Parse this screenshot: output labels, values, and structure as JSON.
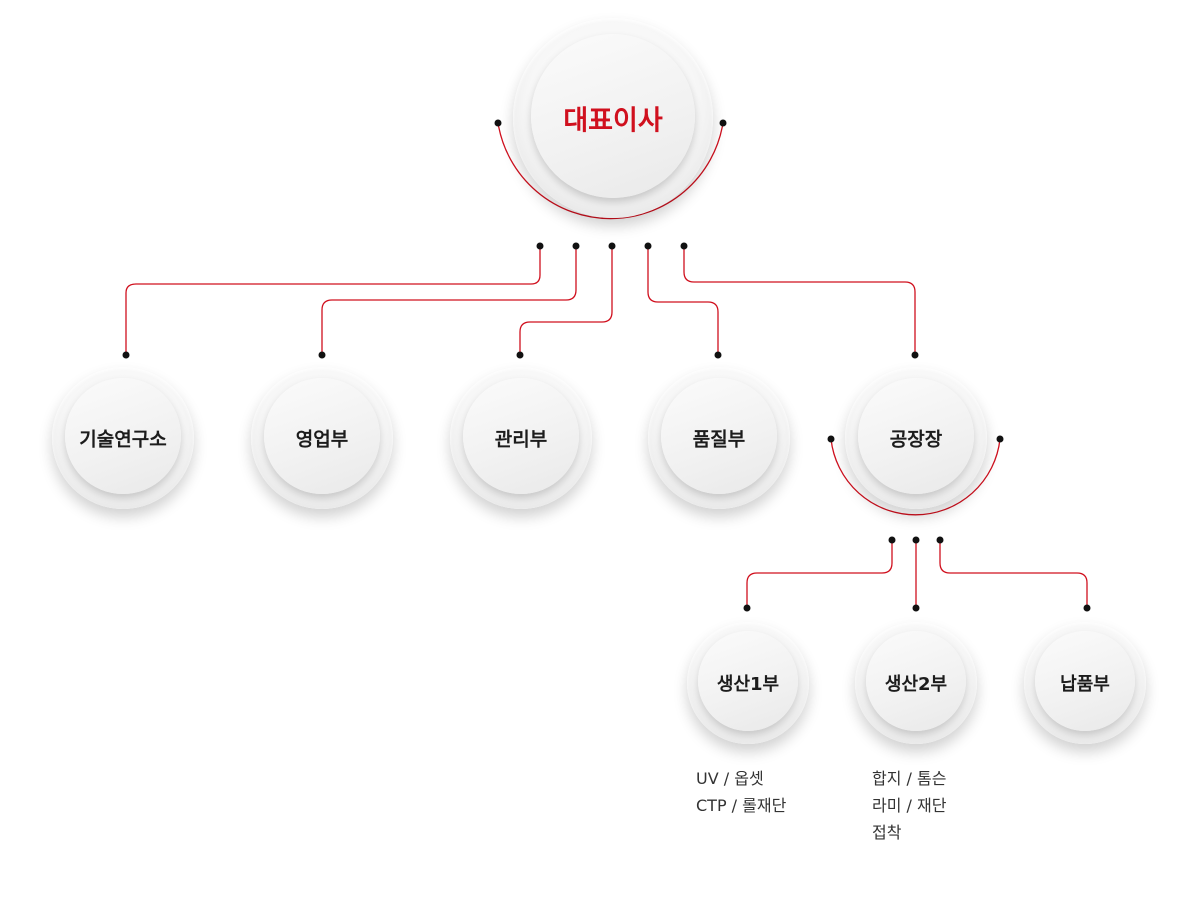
{
  "colors": {
    "line": "#d0101e",
    "dot": "#111111",
    "ceo_text": "#d0101e"
  },
  "ceo": {
    "label": "대표이사"
  },
  "departments": [
    {
      "label": "기술연구소"
    },
    {
      "label": "영업부"
    },
    {
      "label": "관리부"
    },
    {
      "label": "품질부"
    },
    {
      "label": "공장장"
    }
  ],
  "factory_units": [
    {
      "label": "생산1부",
      "details": [
        "UV / 옵셋",
        "CTP / 롤재단"
      ]
    },
    {
      "label": "생산2부",
      "details": [
        "합지 / 톰슨",
        "라미 / 재단",
        "접착"
      ]
    },
    {
      "label": "납품부",
      "details": []
    }
  ]
}
